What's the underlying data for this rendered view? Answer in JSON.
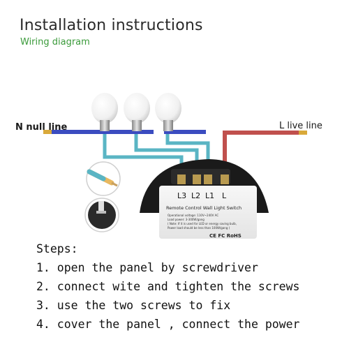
{
  "header": {
    "title": "Installation instructions",
    "subtitle": "Wiring diagram"
  },
  "lines": {
    "neutral": "N null line",
    "live": "L live line"
  },
  "switch": {
    "terminals": [
      "L3",
      "L2",
      "L1",
      "L"
    ],
    "label": "Remote Control Wall Light Switch",
    "specs": [
      "Operational voltage: 110V~240V AC",
      "Load power: 3-300W/gang",
      "( Note: If it is used for LED or energy saving bulb,",
      "Power load should be less than 100W/gang )"
    ],
    "marks": "CE FC RoHS"
  },
  "steps": {
    "heading": "Steps:",
    "items": [
      "1. open the panel by screwdriver",
      "2. connect wite and tighten the screws",
      "3. use the two screws to fix",
      "4. cover the panel , connect the power"
    ]
  },
  "colors": {
    "neutral_wire": "#3b4cc0",
    "live_wire": "#c0504d",
    "switched_wire": "#5ab5c4",
    "subtitle": "#3a9a3a",
    "switch_body": "#1a1a1a"
  }
}
